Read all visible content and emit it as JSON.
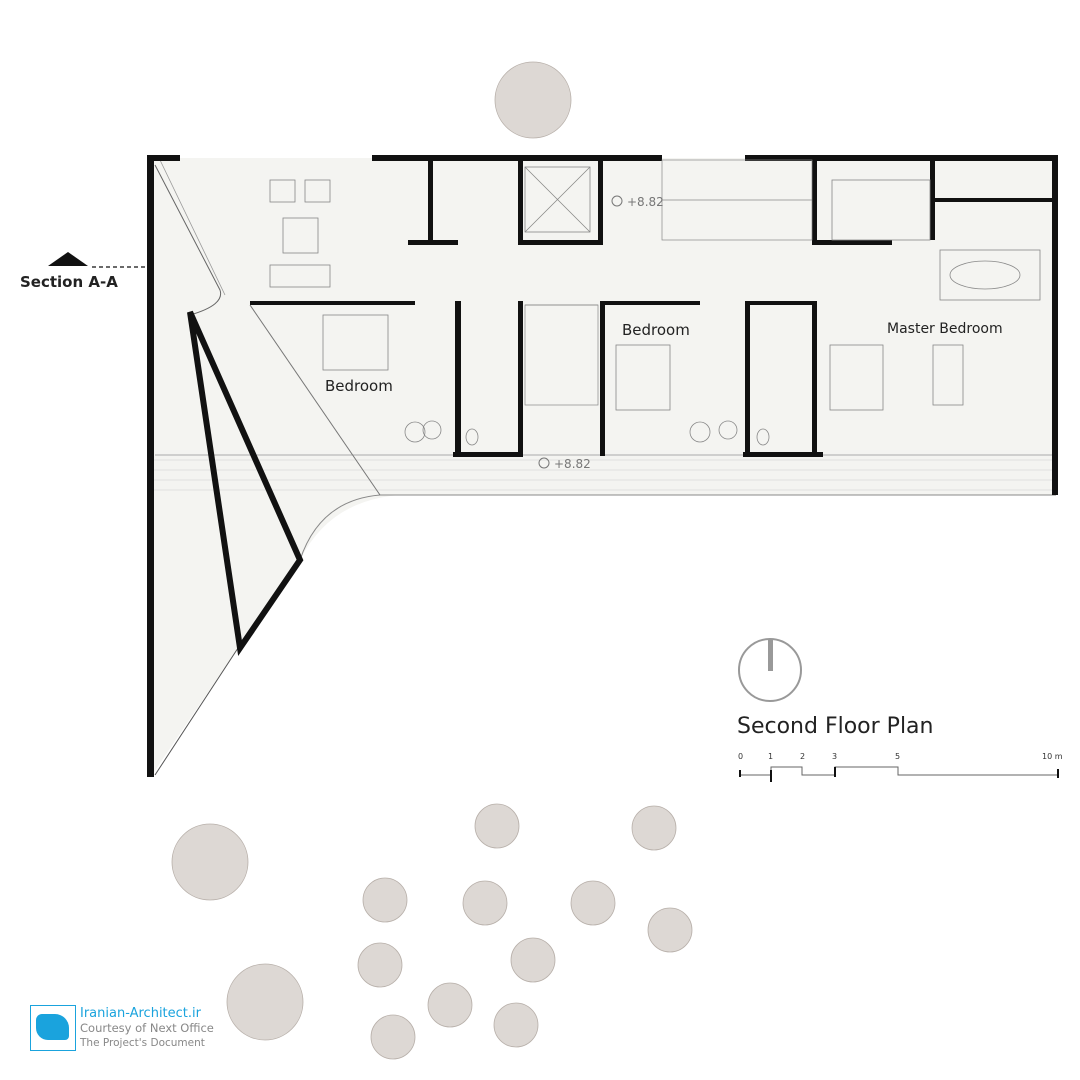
{
  "plan": {
    "title": "Second Floor Plan",
    "section_marker": "Section A-A",
    "rooms": [
      "Bedroom",
      "Bedroom",
      "Master Bedroom"
    ],
    "levels": [
      "+8.82",
      "+8.82"
    ],
    "scale_ticks": [
      "0",
      "1",
      "2",
      "3",
      "5",
      "10 m"
    ],
    "icons": [
      "north-arrow-icon",
      "section-marker-icon",
      "tree-icon",
      "level-marker-icon"
    ]
  },
  "credits": {
    "site": "Iranian-Architect.ir",
    "courtesy": "Courtesy of Next Office",
    "source": "The Project's Document"
  },
  "colors": {
    "wall": "#111111",
    "floor": "#f4f4f1",
    "brand": "#1aa3dd"
  }
}
